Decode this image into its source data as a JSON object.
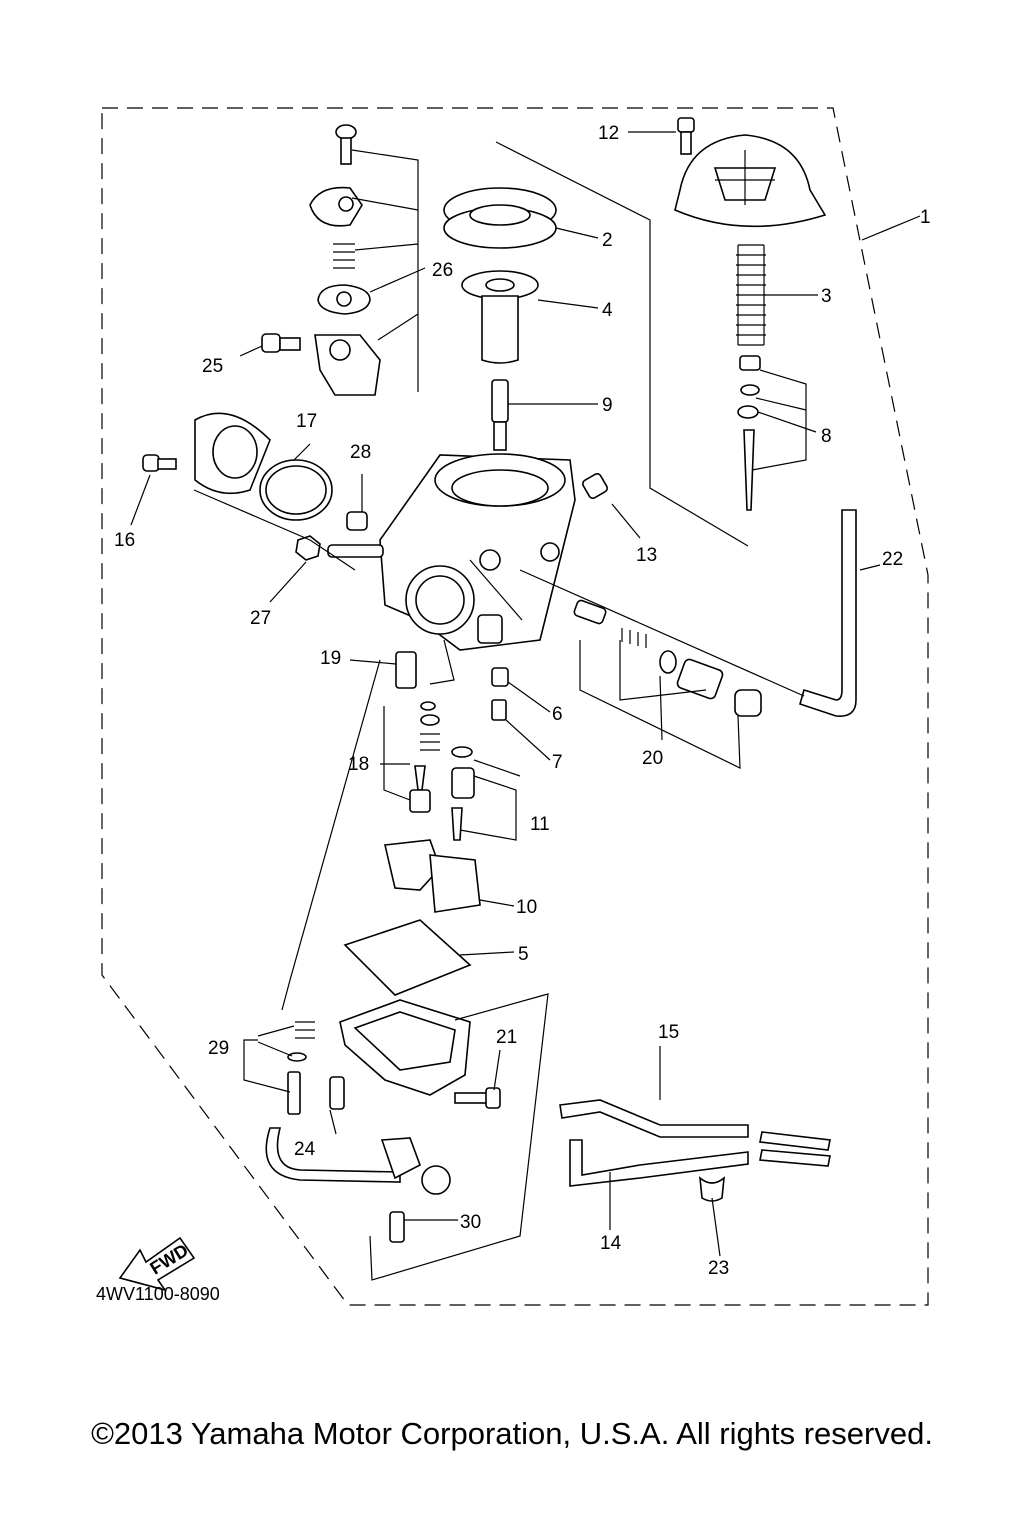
{
  "diagram": {
    "callouts": [
      "1",
      "2",
      "3",
      "4",
      "5",
      "6",
      "7",
      "8",
      "9",
      "10",
      "11",
      "12",
      "13",
      "14",
      "15",
      "16",
      "17",
      "18",
      "19",
      "20",
      "21",
      "22",
      "23",
      "24",
      "25",
      "26",
      "27",
      "28",
      "29",
      "30"
    ],
    "fwd_label": "FWD",
    "reference_code": "4WV1100-8090"
  },
  "footer": {
    "copyright": "©2013 Yamaha Motor Corporation, U.S.A. All rights reserved."
  }
}
